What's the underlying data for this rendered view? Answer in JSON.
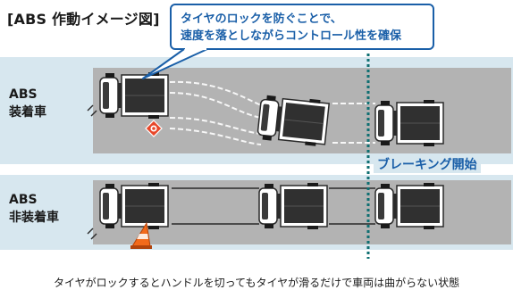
{
  "title": "[ABS 作動イメージ図]",
  "callout": {
    "line1": "タイヤのロックを防ぐことで、",
    "line2": "速度を落としながらコントロール性を確保"
  },
  "rows": {
    "equipped": {
      "line1": "ABS",
      "line2": "装着車"
    },
    "not_equipped": {
      "line1": "ABS",
      "line2": "非装着車"
    }
  },
  "braking_start_label": "ブレーキング開始",
  "caption": "タイヤがロックするとハンドルを切ってもタイヤが滑るだけで車両は曲がらない状態",
  "colors": {
    "accent": "#1a5fa8",
    "band": "#d7e7ef",
    "road": "#b3b3b3",
    "hazard_red": "#e8472a",
    "cone_orange": "#f26a1b"
  },
  "icons": [
    "truck-icon",
    "road-sign-icon",
    "traffic-cone-icon"
  ]
}
